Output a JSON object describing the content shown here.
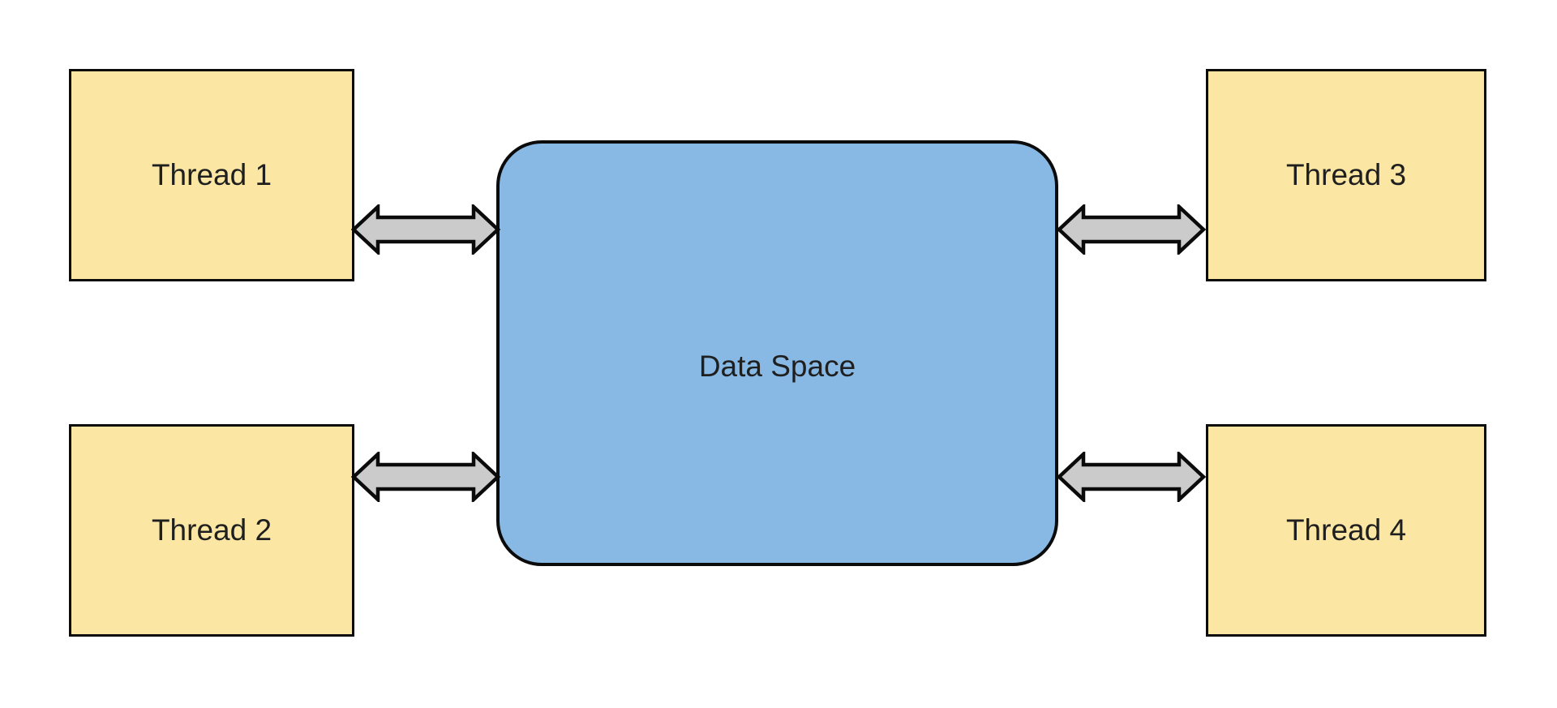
{
  "diagram": {
    "type": "architecture-diagram",
    "description_visible_text_only": "Four thread boxes exchanging data with a central data space",
    "nodes": [
      {
        "id": "thread1",
        "label": "Thread 1",
        "shape": "rectangle",
        "fill": "#FBE7A3",
        "position": "top-left"
      },
      {
        "id": "thread2",
        "label": "Thread 2",
        "shape": "rectangle",
        "fill": "#FBE7A3",
        "position": "bottom-left"
      },
      {
        "id": "thread3",
        "label": "Thread 3",
        "shape": "rectangle",
        "fill": "#FBE7A3",
        "position": "top-right"
      },
      {
        "id": "thread4",
        "label": "Thread 4",
        "shape": "rectangle",
        "fill": "#FBE7A3",
        "position": "bottom-right"
      },
      {
        "id": "dataspace",
        "label": "Data Space",
        "shape": "rounded-rectangle",
        "fill": "#88B9E4",
        "position": "center"
      }
    ],
    "connections": [
      {
        "from": "thread1",
        "to": "dataspace",
        "style": "bidirectional-arrow",
        "fill": "#CBCBCB"
      },
      {
        "from": "thread2",
        "to": "dataspace",
        "style": "bidirectional-arrow",
        "fill": "#CBCBCB"
      },
      {
        "from": "thread3",
        "to": "dataspace",
        "style": "bidirectional-arrow",
        "fill": "#CBCBCB"
      },
      {
        "from": "thread4",
        "to": "dataspace",
        "style": "bidirectional-arrow",
        "fill": "#CBCBCB"
      }
    ]
  },
  "colors": {
    "bg": "#ffffff",
    "thread_fill": "#FBE7A3",
    "dataspace_fill": "#88B9E4",
    "stroke": "#0b0b0b",
    "arrow_fill": "#CBCBCB",
    "text": "#1f1f1f"
  }
}
